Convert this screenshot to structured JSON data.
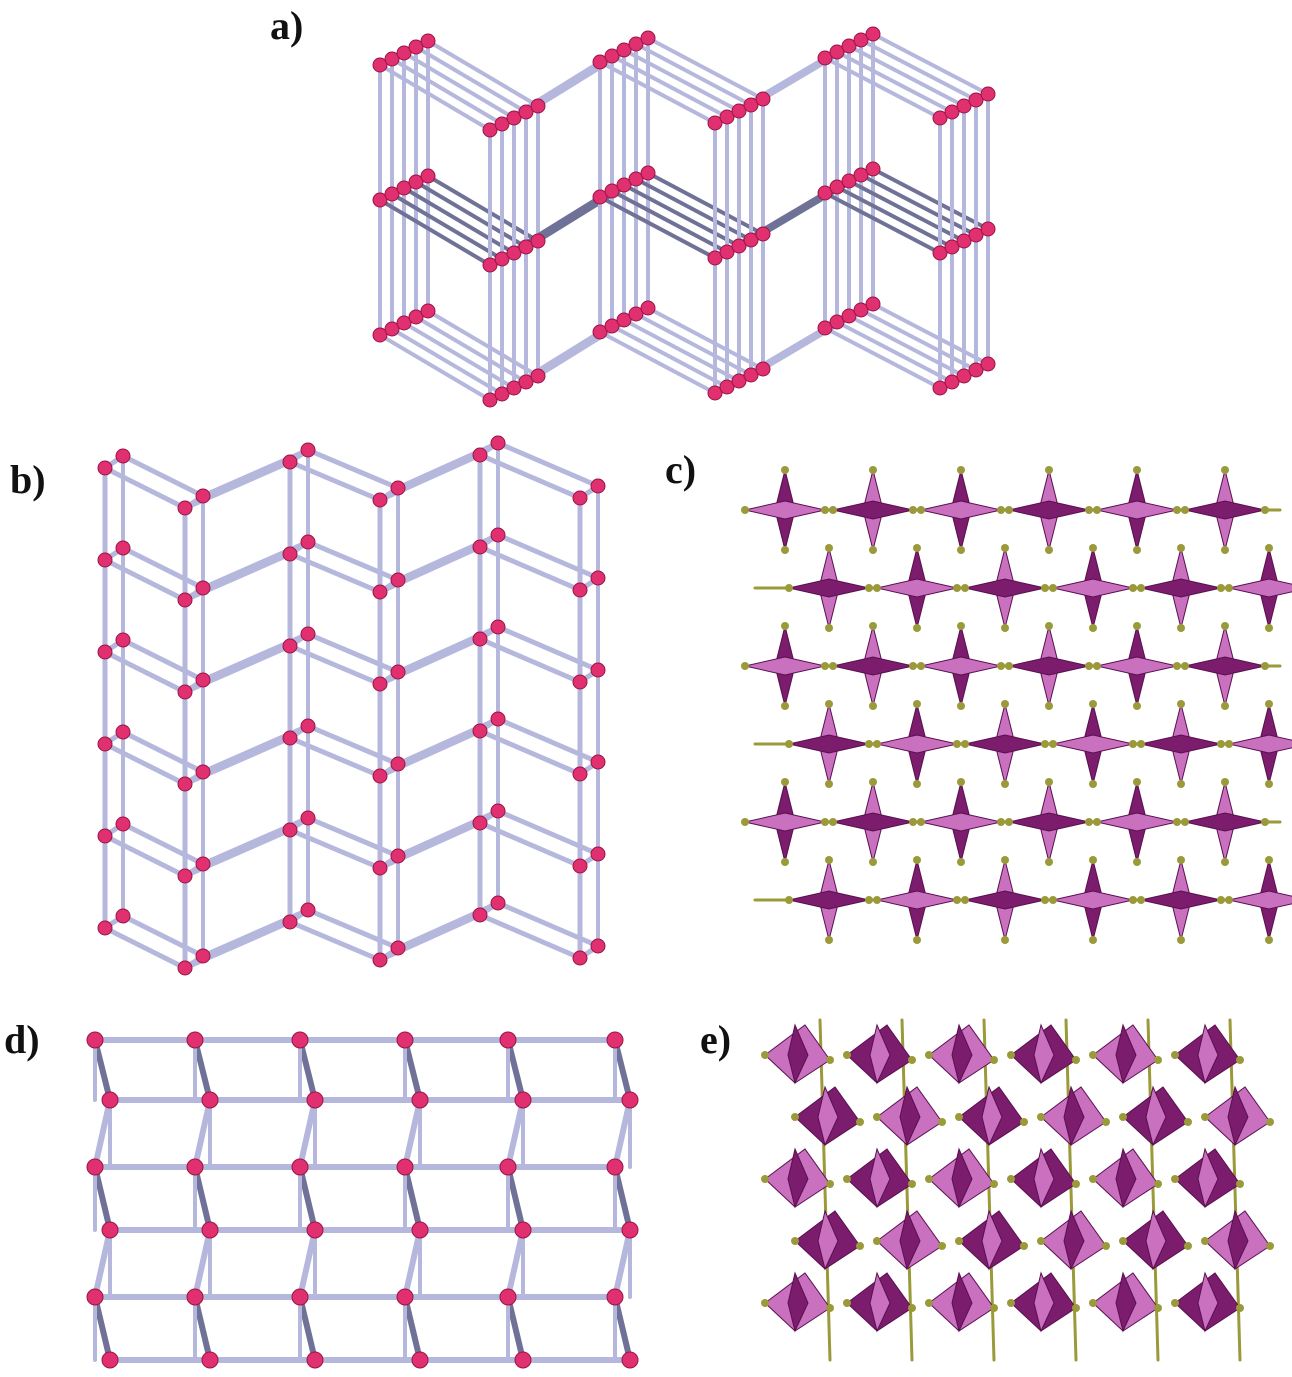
{
  "panels": {
    "a": {
      "label": "a)"
    },
    "b": {
      "label": "b)"
    },
    "c": {
      "label": "c)"
    },
    "d": {
      "label": "d)"
    },
    "e": {
      "label": "e)"
    }
  },
  "colors": {
    "bond": "#b5b8dc",
    "bond_dark": "#6f7296",
    "atom": "#e0306f",
    "tetra_dark": "#7b1c6c",
    "tetra_light": "#c970bf",
    "anion": "#9a9a3a"
  }
}
